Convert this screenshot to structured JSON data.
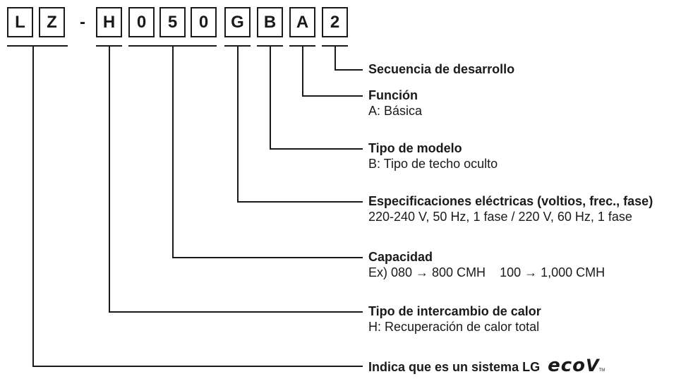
{
  "code": {
    "chars": [
      "L",
      "Z",
      "-",
      "H",
      "0",
      "5",
      "0",
      "G",
      "B",
      "A",
      "2"
    ]
  },
  "fields": [
    {
      "title": "Secuencia de desarrollo",
      "desc": ""
    },
    {
      "title": "Función",
      "desc": "A: Básica"
    },
    {
      "title": "Tipo de modelo",
      "desc": "B: Tipo de techo oculto"
    },
    {
      "title": "Especificaciones eléctricas (voltios, frec., fase)",
      "desc": "220-240 V, 50 Hz, 1 fase / 220 V, 60 Hz, 1 fase"
    },
    {
      "title": "Capacidad",
      "desc": "Ex) 080 → 800 CMH    100 → 1,000 CMH"
    },
    {
      "title": "Tipo de intercambio de calor",
      "desc": "H: Recuperación de calor total"
    },
    {
      "title": "Indica que es un sistema LG",
      "desc": ""
    }
  ],
  "logo": {
    "eco": "eco",
    "v": "V",
    "tm": "TM"
  }
}
